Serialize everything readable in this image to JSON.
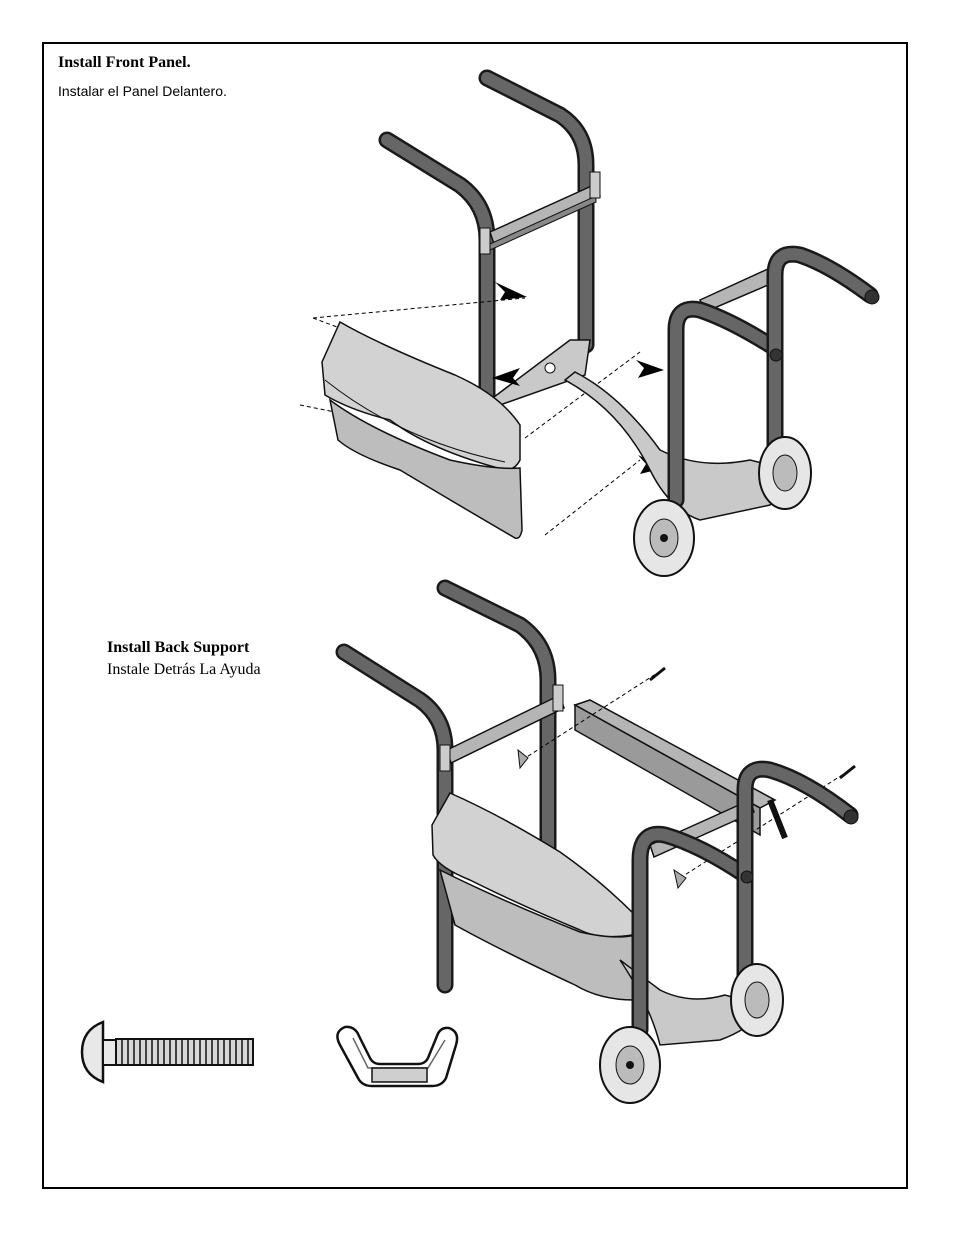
{
  "steps": [
    {
      "title": "Install Front Panel.",
      "subtitle": "Instalar el Panel Delantero."
    },
    {
      "title": "Install Back Support",
      "subtitle": "Instale Detrás La Ayuda"
    }
  ],
  "icons": {
    "bolt": "carriage-bolt-icon",
    "wingnut": "wing-nut-icon"
  },
  "colors": {
    "tube": "#1a1a1a",
    "panel": "#d2d2d2",
    "frame": "#000000"
  }
}
